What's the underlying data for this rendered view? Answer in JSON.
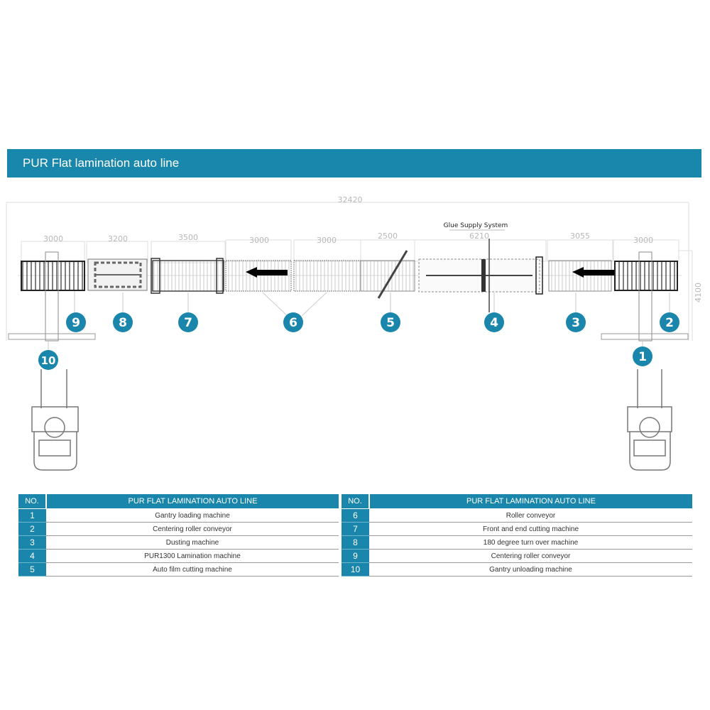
{
  "title": "PUR Flat lamination auto line",
  "diagram": {
    "total_length": "32420",
    "height_dim": "4100",
    "glue_label": "Glue Supply System",
    "section_dims": [
      "3000",
      "3200",
      "3500",
      "3000",
      "3000",
      "2500",
      "6210",
      "3055",
      "3000"
    ],
    "badges": [
      "1",
      "2",
      "3",
      "4",
      "5",
      "6",
      "7",
      "8",
      "9",
      "10"
    ]
  },
  "table": {
    "no_header": "NO.",
    "title_header": "PUR FLAT LAMINATION AUTO LINE",
    "left": [
      {
        "no": "1",
        "name": "Gantry loading machine"
      },
      {
        "no": "2",
        "name": "Centering roller conveyor"
      },
      {
        "no": "3",
        "name": "Dusting machine"
      },
      {
        "no": "4",
        "name": "PUR1300 Lamination machine"
      },
      {
        "no": "5",
        "name": "Auto film cutting machine"
      }
    ],
    "right": [
      {
        "no": "6",
        "name": "Roller conveyor"
      },
      {
        "no": "7",
        "name": "Front and end cutting machine"
      },
      {
        "no": "8",
        "name": "180 degree turn over machine"
      },
      {
        "no": "9",
        "name": "Centering roller conveyor"
      },
      {
        "no": "10",
        "name": "Gantry unloading machine"
      }
    ]
  },
  "colors": {
    "accent": "#1a86ab"
  }
}
